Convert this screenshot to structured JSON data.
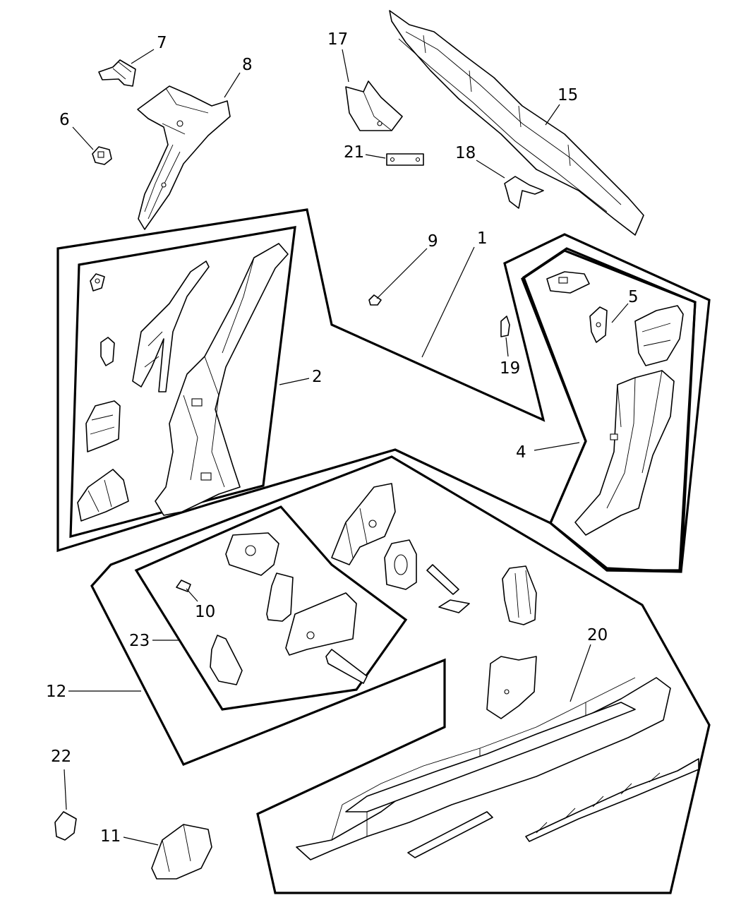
{
  "diagram": {
    "callouts": [
      {
        "id": "c1",
        "label": "1"
      },
      {
        "id": "c2",
        "label": "2"
      },
      {
        "id": "c4",
        "label": "4"
      },
      {
        "id": "c5",
        "label": "5"
      },
      {
        "id": "c6",
        "label": "6"
      },
      {
        "id": "c7",
        "label": "7"
      },
      {
        "id": "c8",
        "label": "8"
      },
      {
        "id": "c9",
        "label": "9"
      },
      {
        "id": "c10",
        "label": "10"
      },
      {
        "id": "c11",
        "label": "11"
      },
      {
        "id": "c12",
        "label": "12"
      },
      {
        "id": "c15",
        "label": "15"
      },
      {
        "id": "c17",
        "label": "17"
      },
      {
        "id": "c18",
        "label": "18"
      },
      {
        "id": "c19",
        "label": "19"
      },
      {
        "id": "c20",
        "label": "20"
      },
      {
        "id": "c21",
        "label": "21"
      },
      {
        "id": "c22",
        "label": "22"
      },
      {
        "id": "c23",
        "label": "23"
      }
    ]
  }
}
